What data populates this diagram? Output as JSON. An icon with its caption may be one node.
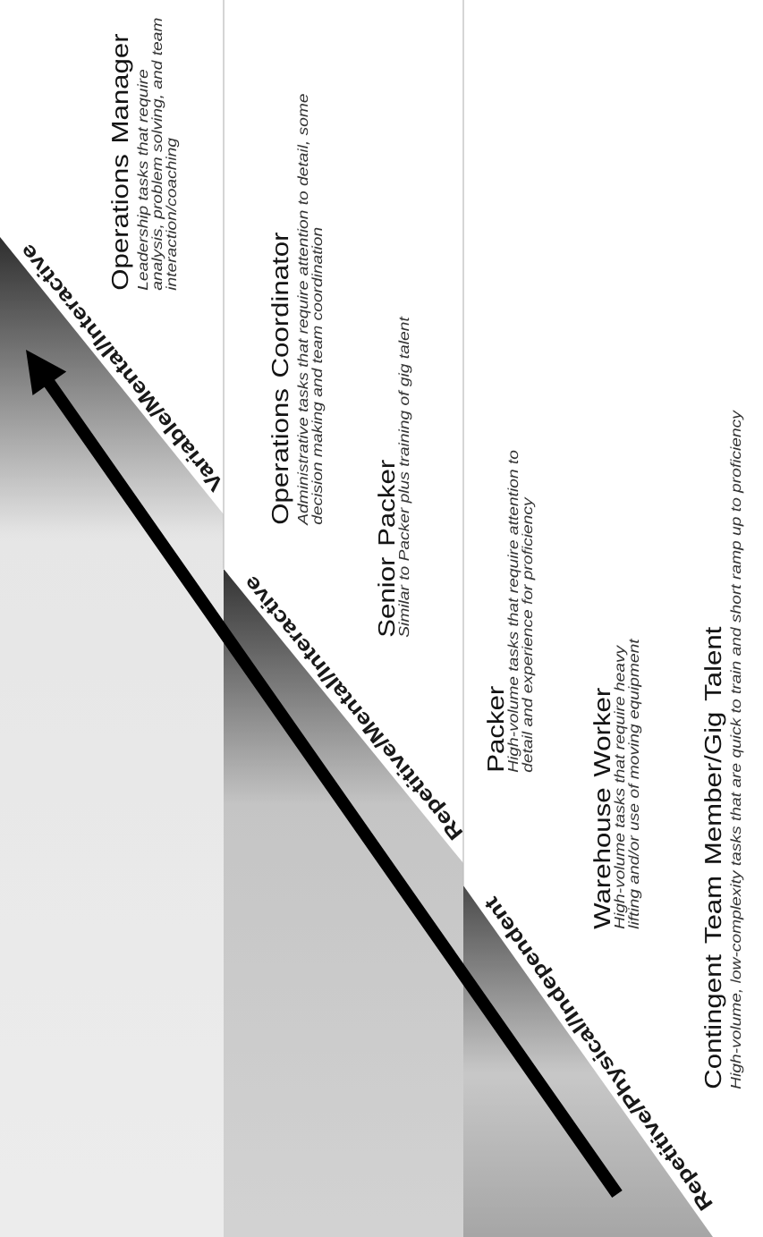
{
  "diagram": {
    "nodes": [
      {
        "text": [
          "Variable/Mental/Interactive"
        ]
      },
      {
        "text": [
          "Operations Manager",
          "Leadership tasks that require analysis, problem solving, and team interaction/coaching"
        ]
      },
      {
        "text": [
          "Repetitive/Mental/Interactive"
        ]
      },
      {
        "text": [
          "Operations Coordinator",
          "Administrative tasks that require attention to detail, some decision making and team coordination"
        ]
      },
      {
        "text": [
          "Senior Packer",
          "Similar to Packer plus training of gig talent"
        ]
      },
      {
        "text": [
          "Repetitive/Physical/Independent"
        ]
      },
      {
        "text": [
          "Packer",
          "High-volume tasks that require attention to detail and experience for proficiency"
        ]
      },
      {
        "text": [
          "Warehouse Worker",
          "High-volume tasks that require heavy lifting and/or use of moving equipment"
        ]
      },
      {
        "text": [
          "Contingent Team Member/Gig Talent",
          "High-volume, low-complexity tasks that are quick to train and short ramp up to proficiency"
        ]
      }
    ]
  }
}
